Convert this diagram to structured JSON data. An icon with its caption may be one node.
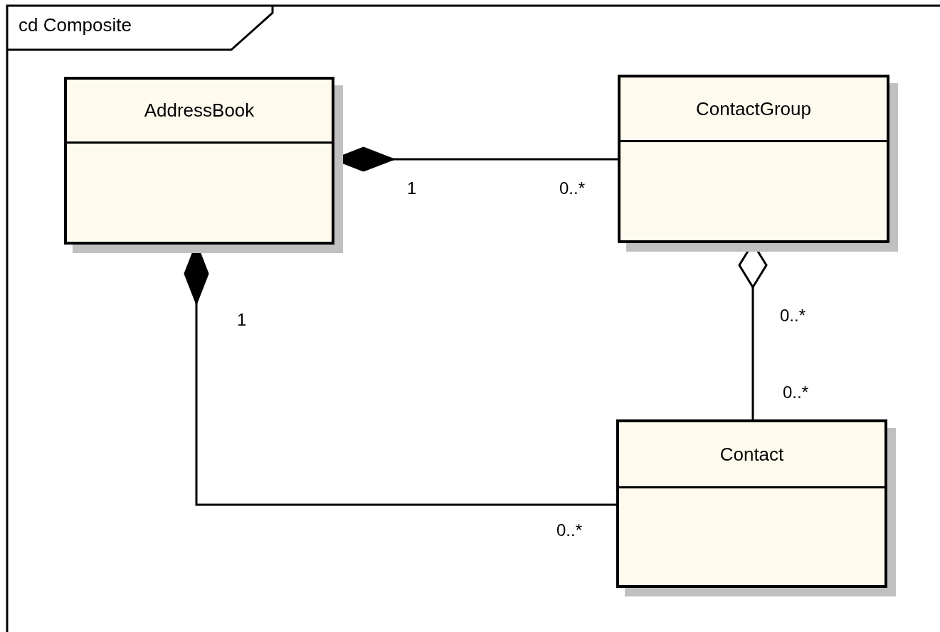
{
  "diagram": {
    "title": "cd Composite",
    "nodes": [
      {
        "text": [
          "AddressBook"
        ]
      },
      {
        "text": [
          "ContactGroup"
        ]
      },
      {
        "text": [
          "Contact"
        ]
      }
    ],
    "edges": [
      {
        "from": 0,
        "to": 1,
        "arrow": "other"
      },
      {
        "from": 1,
        "to": 2,
        "arrow": "other"
      },
      {
        "from": 0,
        "to": 2,
        "arrow": "other"
      }
    ],
    "labels": [
      "1",
      "0..*",
      "1",
      "0..*",
      "0..*",
      "0..*"
    ]
  }
}
